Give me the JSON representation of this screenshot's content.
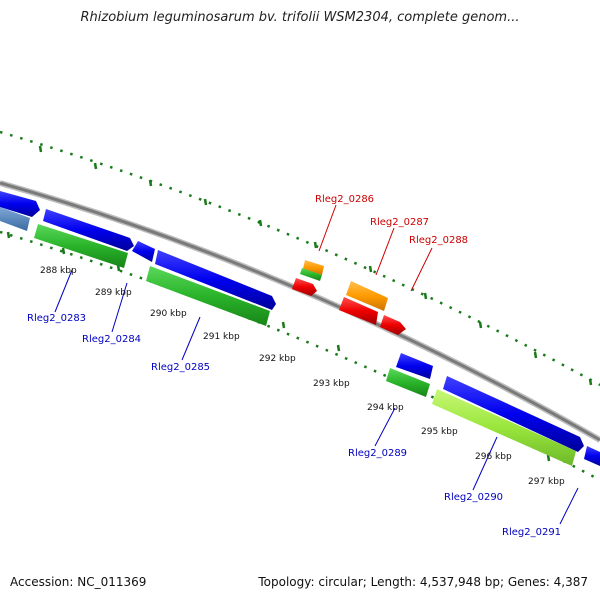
{
  "title": "Rhizobium leguminosarum bv. trifolii WSM2304, complete genom...",
  "accession_label": "Accession: NC_011369",
  "topology_label": "Topology: circular; Length: 4,537,948 bp; Genes: 4,387",
  "colors": {
    "backbone": "#8a8a8a",
    "tick": "#1a7a1a",
    "label_blue": "#0000c0",
    "label_red": "#cc0000",
    "gene_blue": "#0000ee",
    "gene_steel": "#4a7fb8",
    "gene_green": "#2ab42a",
    "gene_lime": "#9ae63c",
    "gene_orange": "#ff9a00",
    "gene_red": "#ee0000"
  },
  "kbp_ticks": [
    "288 kbp",
    "289 kbp",
    "290 kbp",
    "291 kbp",
    "292 kbp",
    "293 kbp",
    "294 kbp",
    "295 kbp",
    "296 kbp",
    "297 kbp"
  ],
  "gene_labels": [
    "Rleg2_0283",
    "Rleg2_0284",
    "Rleg2_0285",
    "Rleg2_0286",
    "Rleg2_0287",
    "Rleg2_0288",
    "Rleg2_0289",
    "Rleg2_0290",
    "Rleg2_0291"
  ]
}
